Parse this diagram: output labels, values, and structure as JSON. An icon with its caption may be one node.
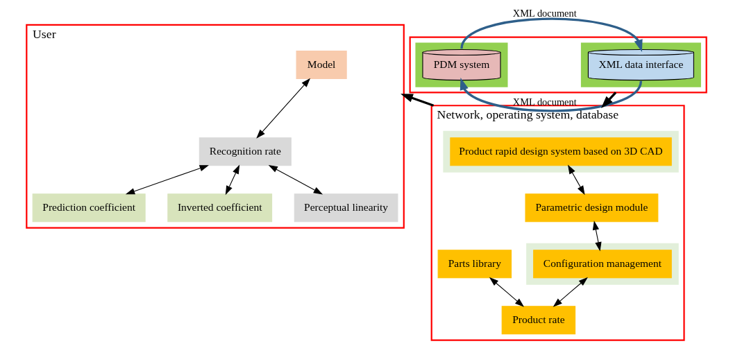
{
  "diagram": {
    "nodes": [
      {
        "text": [
          "User"
        ]
      },
      {
        "text": [
          "Model"
        ],
        "in": 0
      },
      {
        "text": [
          "Recognition rate"
        ],
        "in": 0
      },
      {
        "text": [
          "Prediction coefficient"
        ],
        "in": 0
      },
      {
        "text": [
          "Inverted coefficient"
        ],
        "in": 0
      },
      {
        "text": [
          "Perceptual linearity"
        ],
        "in": 0
      },
      {
        "text": [],
        "shape": "box"
      },
      {
        "text": [],
        "shape": "box",
        "in": 6
      },
      {
        "text": [
          "XML data interface"
        ],
        "in": 7
      },
      {
        "text": [],
        "shape": "box",
        "in": 6
      },
      {
        "text": [
          "PDM system"
        ],
        "in": 9
      },
      {
        "text": [
          "Network, operating system, database"
        ]
      },
      {
        "text": [],
        "shape": "box",
        "in": 11
      },
      {
        "text": [
          "Product rapid design system based on 3D CAD"
        ],
        "in": 12
      },
      {
        "text": [
          "Parametric design module"
        ],
        "in": 11
      },
      {
        "text": [],
        "shape": "box",
        "in": 11
      },
      {
        "text": [
          "Configuration management"
        ],
        "in": 15
      },
      {
        "text": [
          "Product rate"
        ],
        "in": 11
      },
      {
        "text": [
          "Parts library"
        ],
        "in": 11
      }
    ],
    "edges": [
      {
        "from": 1,
        "to": 2,
        "arrow": "both"
      },
      {
        "from": 2,
        "to": 3,
        "arrow": "both"
      },
      {
        "from": 2,
        "to": 4,
        "arrow": "both"
      },
      {
        "from": 2,
        "to": 5,
        "arrow": "both"
      },
      {
        "from": 10,
        "to": 8,
        "arrow": "to",
        "label": "XML document",
        "style": "thick",
        "color": "#2e5f8a"
      },
      {
        "from": 8,
        "to": 10,
        "arrow": "to",
        "label": "XML document",
        "style": "thick",
        "color": "#2e5f8a"
      },
      {
        "from": 6,
        "to": 11,
        "arrow": "to",
        "style": "thick"
      },
      {
        "from": 11,
        "to": 0,
        "arrow": "to",
        "style": "thick"
      },
      {
        "from": 13,
        "to": 14,
        "arrow": "both"
      },
      {
        "from": 14,
        "to": 16,
        "arrow": "both"
      },
      {
        "from": 16,
        "to": 17,
        "arrow": "both"
      },
      {
        "from": 18,
        "to": 17,
        "arrow": "both"
      }
    ]
  }
}
